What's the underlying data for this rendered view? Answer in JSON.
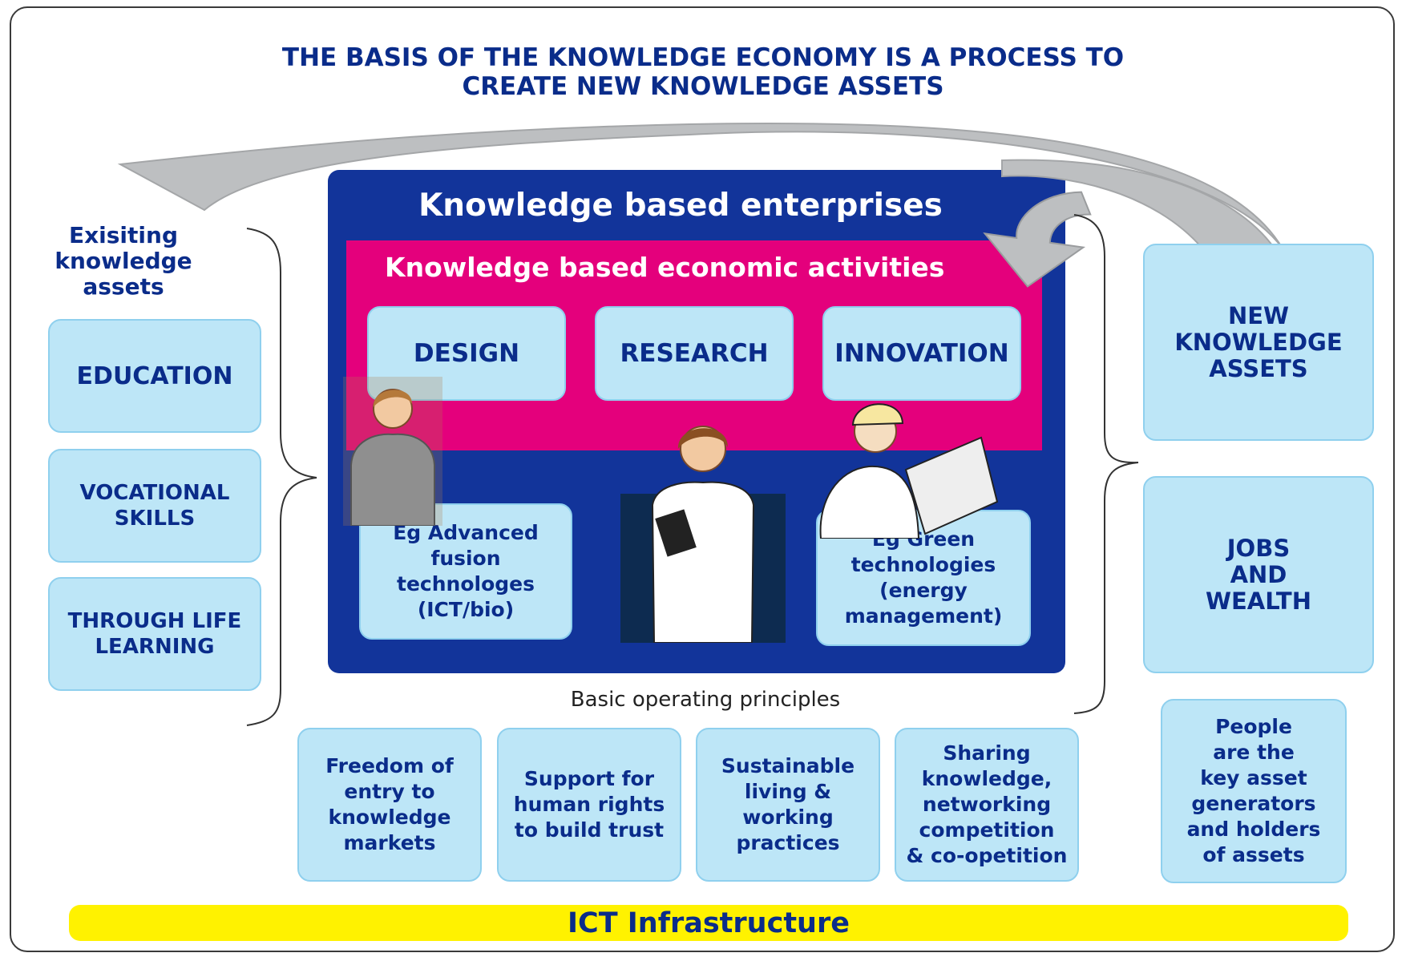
{
  "title_line1": "THE BASIS OF THE KNOWLEDGE ECONOMY IS A PROCESS TO",
  "title_line2": "CREATE NEW KNOWLEDGE ASSETS",
  "existing": {
    "heading_l1": "Exisiting",
    "heading_l2": "knowledge",
    "heading_l3": "assets",
    "items": [
      {
        "l1": "EDUCATION",
        "l2": ""
      },
      {
        "l1": "VOCATIONAL",
        "l2": "SKILLS"
      },
      {
        "l1": "THROUGH LIFE",
        "l2": "LEARNING"
      }
    ]
  },
  "enterprises": {
    "title": "Knowledge based enterprises",
    "activities_title": "Knowledge based economic activities",
    "activities": [
      "DESIGN",
      "RESEARCH",
      "INNOVATION"
    ],
    "examples": [
      {
        "l1": "Eg Advanced",
        "l2": "fusion",
        "l3": "technologes",
        "l4": "(ICT/bio)"
      },
      {
        "l1": "Eg Green",
        "l2": "technologies",
        "l3": "(energy",
        "l4": "management)"
      }
    ]
  },
  "outputs": {
    "new_assets": {
      "l1": "NEW",
      "l2": "KNOWLEDGE",
      "l3": "ASSETS"
    },
    "jobs": {
      "l1": "JOBS",
      "l2": "AND",
      "l3": "WEALTH"
    }
  },
  "principles": {
    "label": "Basic operating principles",
    "items": [
      {
        "l1": "Freedom of",
        "l2": "entry to",
        "l3": "knowledge",
        "l4": "markets"
      },
      {
        "l1": "Support for",
        "l2": "human rights",
        "l3": "to build trust",
        "l4": ""
      },
      {
        "l1": "Sustainable",
        "l2": "living &",
        "l3": "working",
        "l4": "practices"
      },
      {
        "l1": "Sharing",
        "l2": "knowledge,",
        "l3": "networking",
        "l4": "competition",
        "l5": "& co-opetition"
      }
    ]
  },
  "people": {
    "l1": "People",
    "l2": "are the",
    "l3": "key asset",
    "l4": "generators",
    "l5": "and holders",
    "l6": "of assets"
  },
  "infrastructure": "ICT Infrastructure",
  "colors": {
    "navy": "#12349a",
    "magenta": "#e4007c",
    "light_blue": "#bde6f7",
    "yellow": "#fff200",
    "text_blue": "#0a2c8a"
  }
}
